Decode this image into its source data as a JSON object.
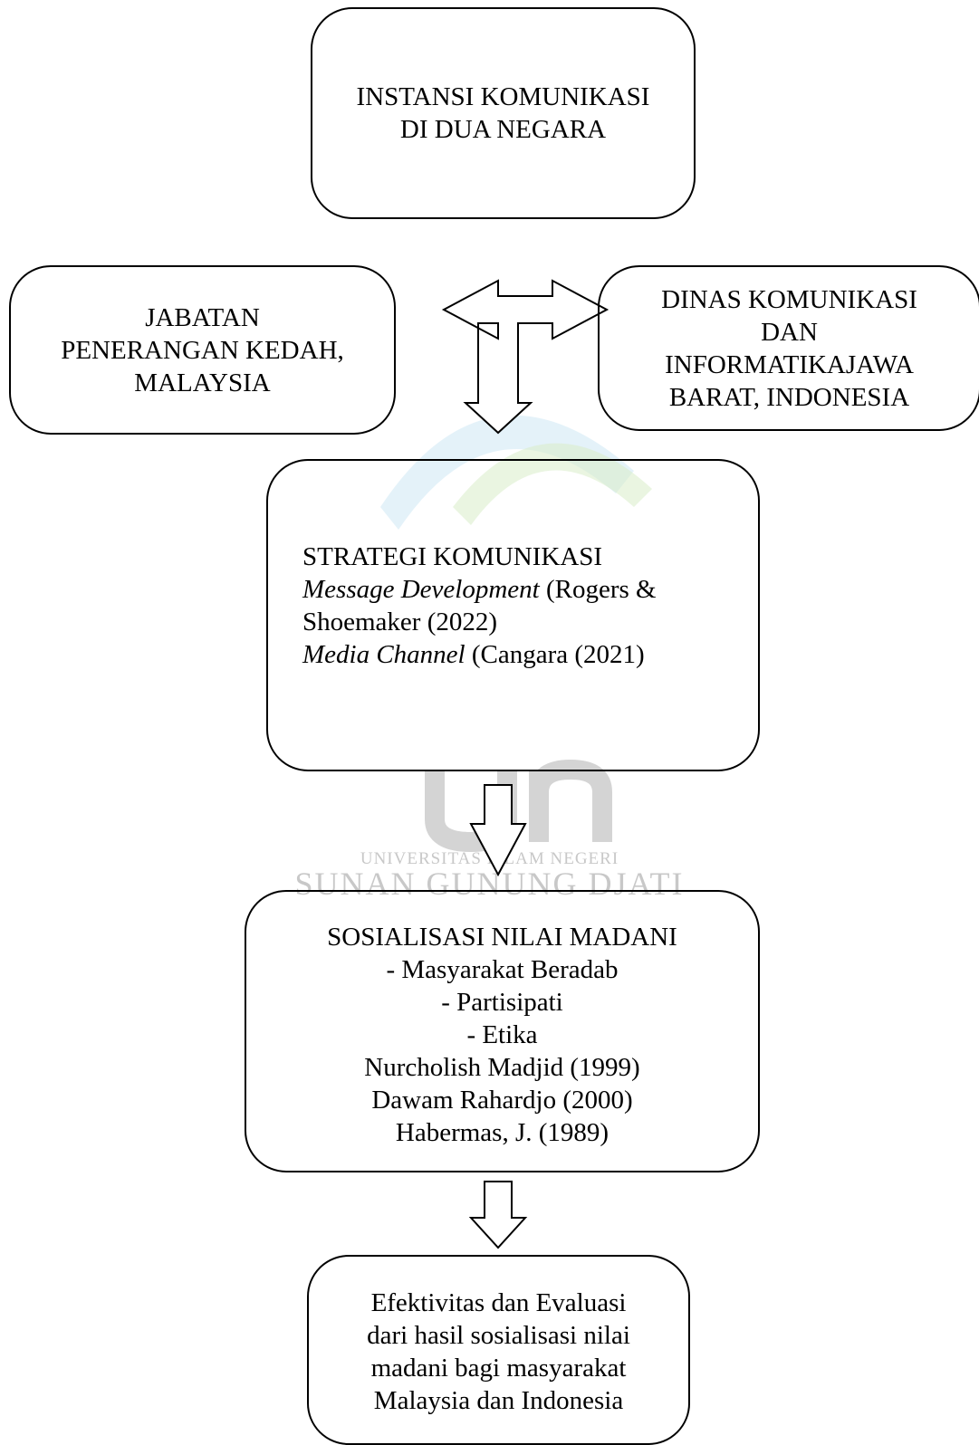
{
  "watermark": {
    "small_text": "UNIVERSITAS ISLAM NEGERI",
    "big_text": "SUNAN GUNUNG DJATI"
  },
  "boxes": {
    "instansi": {
      "lines": [
        "INSTANSI KOMUNIKASI",
        "DI DUA NEGARA"
      ]
    },
    "jabatan": {
      "lines": [
        "JABATAN",
        "PENERANGAN KEDAH,",
        "MALAYSIA"
      ]
    },
    "dinas": {
      "lines": [
        "DINAS KOMUNIKASI",
        "DAN",
        "INFORMATIKAJAWA",
        "BARAT, INDONESIA"
      ]
    },
    "strategi": {
      "title": "STRATEGI KOMUNIKASI",
      "line2_italic": "Message Development",
      "line2_rest": " (Rogers &",
      "line3": "Shoemaker (2022)",
      "line4_italic": "Media Channel",
      "line4_rest": " (Cangara (2021)"
    },
    "sosialisasi": {
      "lines": [
        "SOSIALISASI NILAI MADANI",
        "- Masyarakat Beradab",
        "- Partisipati",
        "- Etika",
        "Nurcholish Madjid (1999)",
        "Dawam Rahardjo (2000)",
        "Habermas, J. (1989)"
      ]
    },
    "efektivitas": {
      "lines": [
        "Efektivitas dan Evaluasi",
        "dari hasil sosialisasi nilai",
        "madani bagi masyarakat",
        "Malaysia dan Indonesia"
      ]
    }
  },
  "colors": {
    "stroke": "#000000",
    "watermark_blue": "#cde8f4",
    "watermark_green": "#d9ecc8",
    "watermark_gray": "#d4d4d4"
  }
}
